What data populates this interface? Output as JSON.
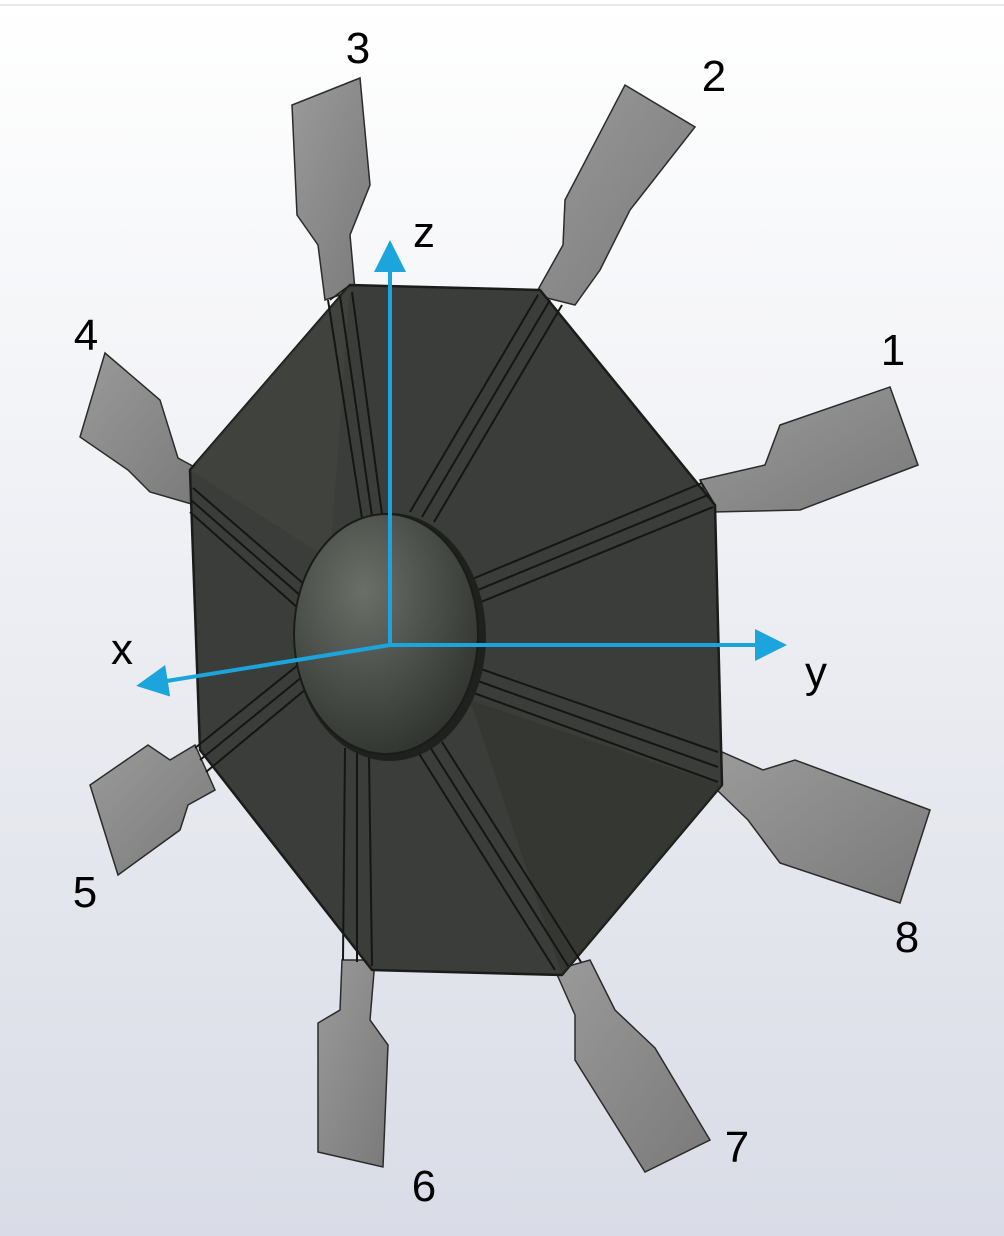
{
  "labels": {
    "axis_x": "x",
    "axis_y": "y",
    "axis_z": "z",
    "n1": "1",
    "n2": "2",
    "n3": "3",
    "n4": "4",
    "n5": "5",
    "n6": "6",
    "n7": "7",
    "n8": "8"
  },
  "colors": {
    "background_top": "#ffffff",
    "background_bottom": "#d9dce6",
    "body": "#3a3d39",
    "body_edge": "#1b1c1a",
    "center_dome": "#555a54",
    "lead": "#8a8a8a",
    "lead_edge": "#2b2b2b",
    "axis_arrow": "#1ca4dc"
  }
}
